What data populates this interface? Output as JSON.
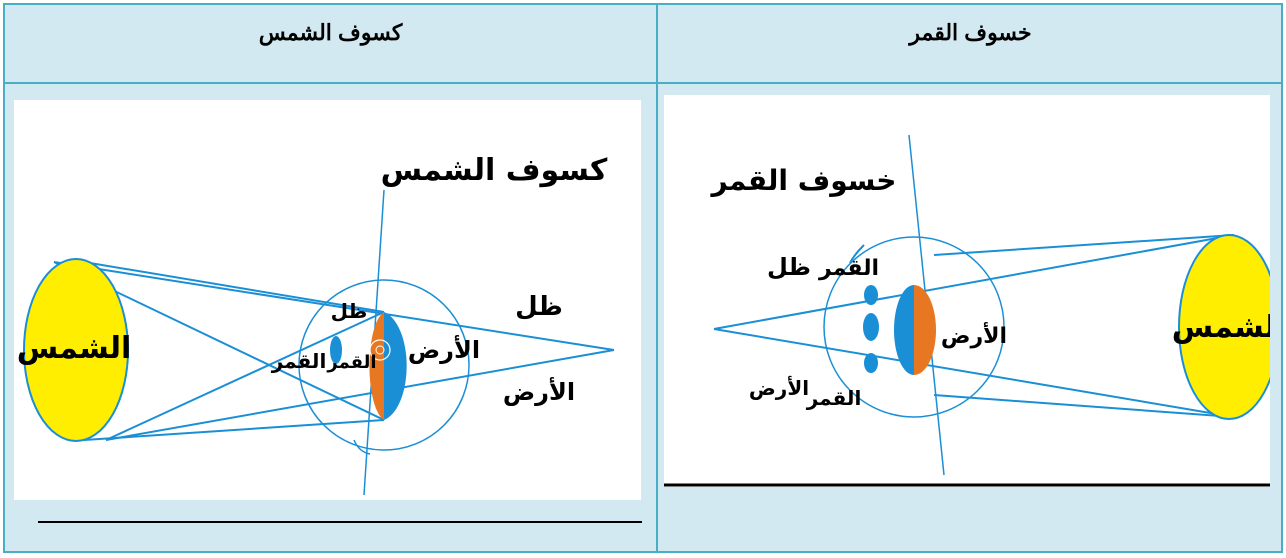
{
  "headers": {
    "left": "كسوف الشمس",
    "right": "خسوف القمر"
  },
  "solar_eclipse": {
    "title": "كسوف الشمس",
    "sun": "الشمس",
    "moon": "القمر",
    "shadow": "ظل",
    "shadow_earth": "ظل",
    "earth": "الأرض",
    "earth_label2": "الأرض",
    "moon_label": "القمر"
  },
  "lunar_eclipse": {
    "title": "خسوف القمر",
    "sun": "الشمس",
    "earth": "الأرض",
    "moon": "القمر",
    "moon_label2": "القمر",
    "shadow": "ظل",
    "earth_label2": "الأرض"
  },
  "colors": {
    "table_bg": "#d3e9f1",
    "border": "#4bacc6",
    "sun_fill": "#ffee00",
    "ray": "#1a8fd6",
    "earth_orange": "#e87722",
    "earth_blue": "#1a8fd6"
  }
}
